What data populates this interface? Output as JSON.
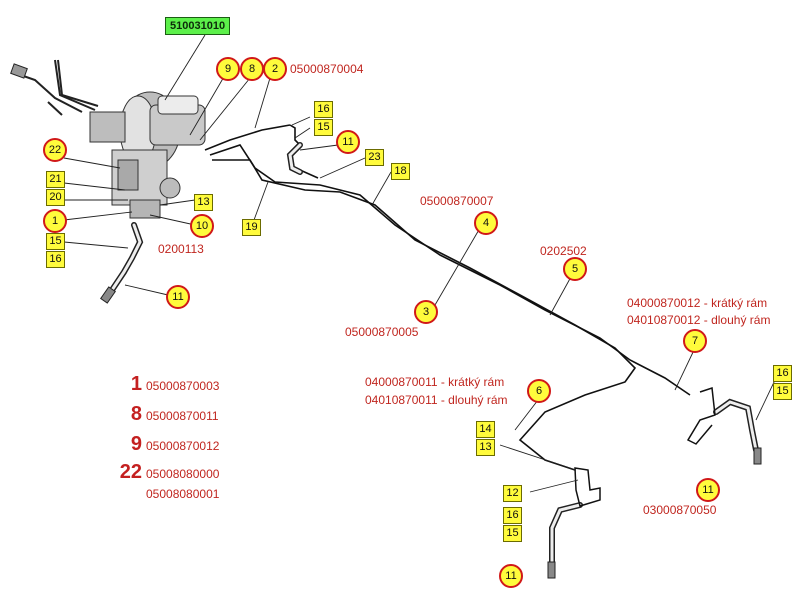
{
  "main_part_number": "510031010",
  "colors": {
    "accent": "#c0261f",
    "callout_fill": "#fffb3c",
    "main_box": "#5cf04a",
    "circle_border": "#d01818"
  },
  "codes": {
    "c1": "05000870004",
    "c2": "0200113",
    "c3": "05000870007",
    "c4": "0202502",
    "c5": "05000870005",
    "c6": "04000870012 - krátký rám",
    "c7": "04010870012 - dlouhý rám",
    "c8": "04000870011 - krátký rám",
    "c9": "04010870011 - dlouhý rám",
    "c10": "03000870050"
  },
  "legend": [
    {
      "num": "1",
      "code": "05000870003"
    },
    {
      "num": "8",
      "code": "05000870011"
    },
    {
      "num": "9",
      "code": "05000870012"
    },
    {
      "num": "22",
      "code": "05008080000"
    },
    {
      "num": "",
      "code": "05008080001"
    }
  ],
  "squares": {
    "s16a": "16",
    "s15a": "15",
    "s23": "23",
    "s18": "18",
    "s21": "21",
    "s20": "20",
    "s13a": "13",
    "s19": "19",
    "s15b": "15",
    "s16b": "16",
    "s16c": "16",
    "s15c": "15",
    "s14": "14",
    "s13b": "13",
    "s12": "12",
    "s16d": "16",
    "s15d": "15"
  },
  "circles": {
    "k9": "9",
    "k8": "8",
    "k2": "2",
    "k22": "22",
    "k11a": "11",
    "k1": "1",
    "k10": "10",
    "k11b": "11",
    "k4": "4",
    "k5": "5",
    "k3": "3",
    "k7": "7",
    "k6": "6",
    "k11c": "11",
    "k11d": "11"
  }
}
